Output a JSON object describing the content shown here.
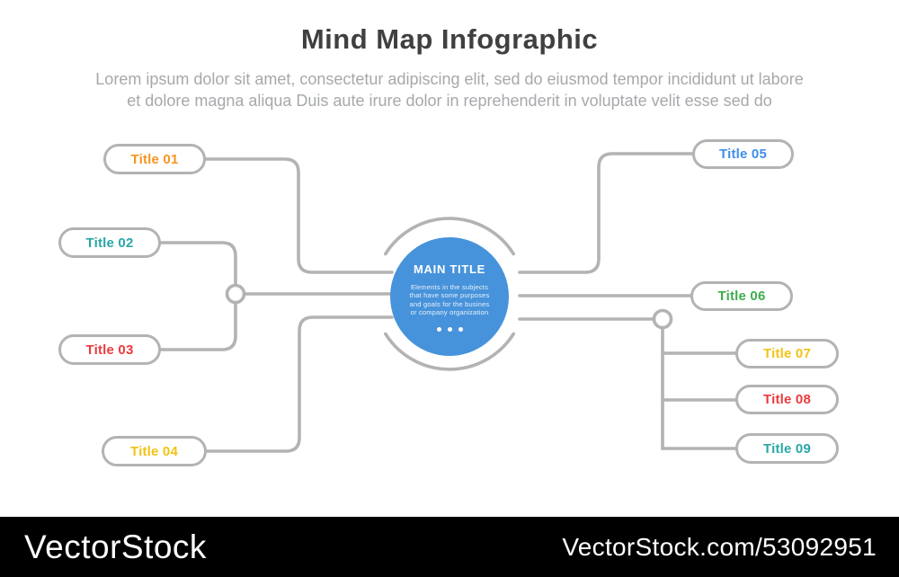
{
  "header": {
    "title": "Mind Map Infographic",
    "subtitle_line1": "Lorem ipsum dolor sit amet, consectetur adipiscing elit, sed do eiusmod tempor incididunt ut labore",
    "subtitle_line2": "et dolore magna aliqua Duis aute irure dolor in reprehenderit in voluptate velit esse sed do"
  },
  "center": {
    "title": "MAIN TITLE",
    "description_lines": [
      "Elements in the subjects",
      "that have some purposes",
      "and goals for the busines",
      "or company organization"
    ]
  },
  "nodes": [
    {
      "id": "title-01",
      "label": "Title 01",
      "color": "#F7941E"
    },
    {
      "id": "title-02",
      "label": "Title 02",
      "color": "#2AA7A7"
    },
    {
      "id": "title-03",
      "label": "Title 03",
      "color": "#EC3A3E"
    },
    {
      "id": "title-04",
      "label": "Title 04",
      "color": "#F2C216"
    },
    {
      "id": "title-05",
      "label": "Title 05",
      "color": "#3E8EE9"
    },
    {
      "id": "title-06",
      "label": "Title 06",
      "color": "#3CAD4B"
    },
    {
      "id": "title-07",
      "label": "Title 07",
      "color": "#F2C216"
    },
    {
      "id": "title-08",
      "label": "Title 08",
      "color": "#EC3A3E"
    },
    {
      "id": "title-09",
      "label": "Title 09",
      "color": "#2AA7A7"
    }
  ],
  "colors": {
    "connector_gray": "#B3B3B3",
    "center_circle_blue": "#4793DB",
    "heading_text": "#404042",
    "subtitle_text": "#A6A8AB",
    "watermark_bg": "#000000",
    "watermark_text": "#FFFFFF"
  },
  "watermark": {
    "brand": "VectorStock",
    "url": "VectorStock.com/53092951"
  }
}
